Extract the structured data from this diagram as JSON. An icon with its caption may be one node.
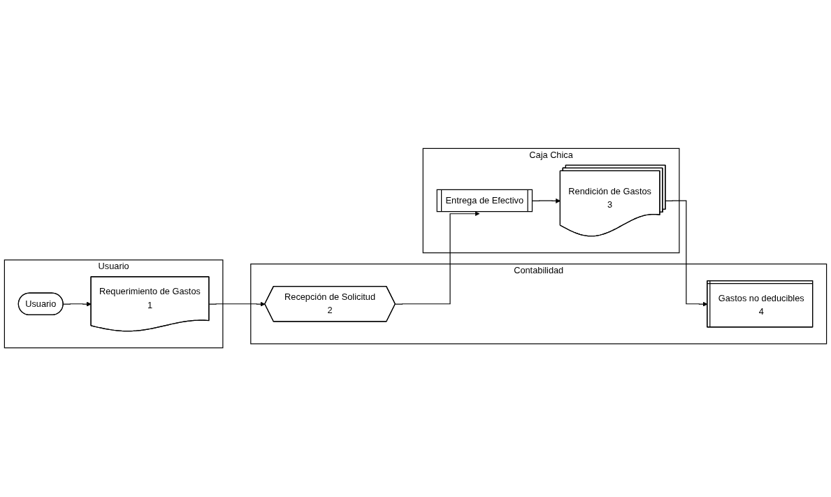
{
  "diagram": {
    "nodes": [
      {
        "text": [
          "Usuario"
        ]
      },
      {
        "text": [
          "Usuario"
        ],
        "in": 0
      },
      {
        "text": [
          "Requerimiento de Gastos",
          "1"
        ],
        "in": 0
      },
      {
        "text": [
          "Contabilidad"
        ]
      },
      {
        "text": [
          "Recepción de Solicitud",
          "2"
        ],
        "in": 3
      },
      {
        "text": [
          "Gastos no deducibles",
          "4"
        ],
        "in": 3
      },
      {
        "text": [
          "Caja Chica"
        ]
      },
      {
        "text": [
          "Entrega de Efectivo"
        ],
        "in": 6
      },
      {
        "text": [
          "Rendición de Gastos",
          "3"
        ],
        "in": 6
      }
    ],
    "edges": [
      {
        "from": 1,
        "to": 2,
        "arrow": "to"
      },
      {
        "from": 2,
        "to": 4,
        "arrow": "to"
      },
      {
        "from": 4,
        "to": 7,
        "arrow": "to"
      },
      {
        "from": 7,
        "to": 8,
        "arrow": "to"
      },
      {
        "from": 8,
        "to": 5,
        "arrow": "to"
      }
    ]
  }
}
